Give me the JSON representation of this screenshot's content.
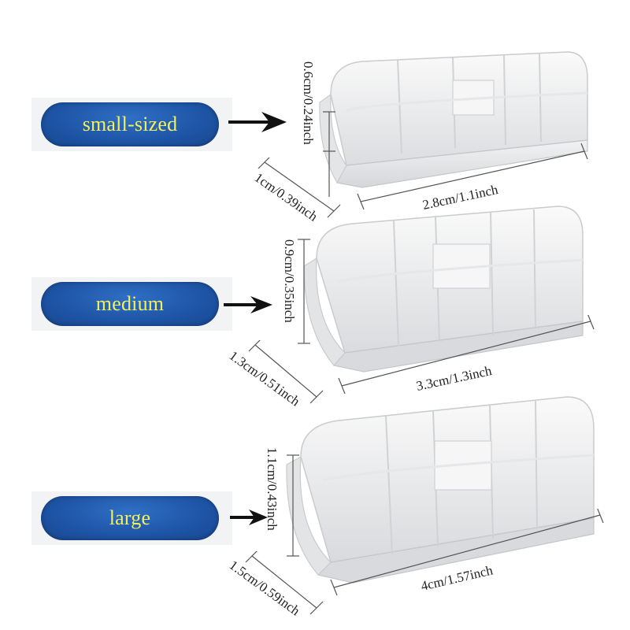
{
  "sizes": [
    {
      "label": "small-sized",
      "height": "0.6cm/0.24inch",
      "depth": "1cm/0.39inch",
      "length": "2.8cm/1.1inch"
    },
    {
      "label": "medium",
      "height": "0.9cm/0.35inch",
      "depth": "1.3cm/0.51inch",
      "length": "3.3cm/1.3inch"
    },
    {
      "label": "large",
      "height": "1.1cm/0.43inch",
      "depth": "1.5cm/0.59inch",
      "length": "4cm/1.57inch"
    }
  ],
  "colors": {
    "pill": "#1f56a8",
    "pill_text": "#f2f05a"
  }
}
